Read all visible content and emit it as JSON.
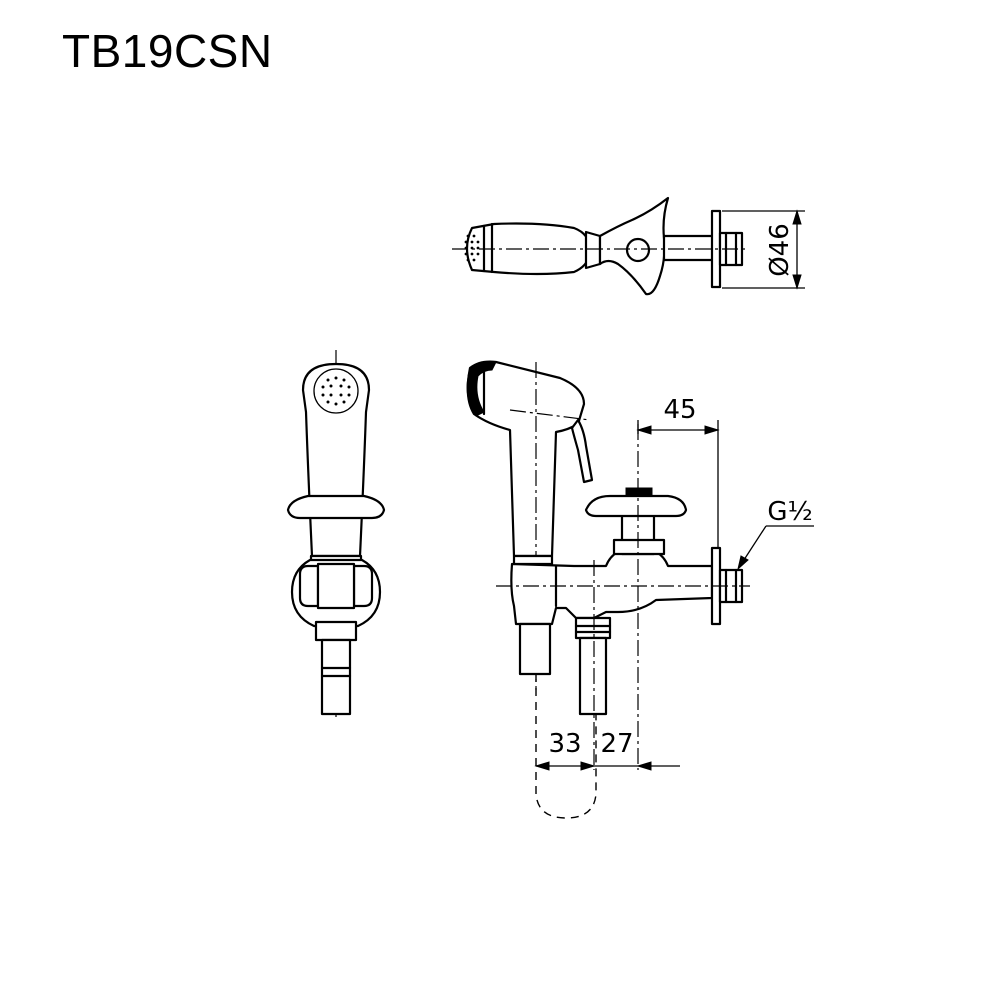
{
  "title": "TB19CSN",
  "dimensions": {
    "diameter": "Ø46",
    "width_45": "45",
    "offset_33": "33",
    "offset_27": "27",
    "thread": "G½"
  }
}
